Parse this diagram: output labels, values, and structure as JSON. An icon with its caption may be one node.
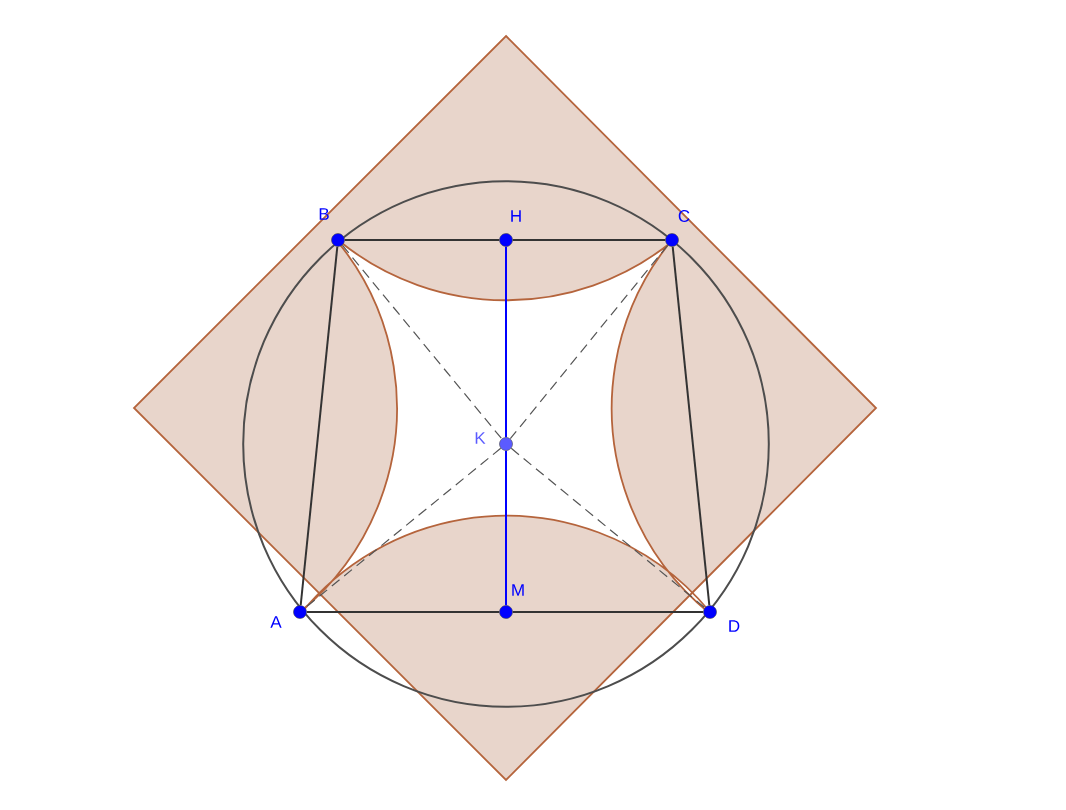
{
  "diagram": {
    "nodes": [
      {
        "text": [],
        "shape": "circle",
        "beside": [
          "B"
        ]
      },
      {
        "text": [],
        "shape": "circle",
        "beside": [
          "H"
        ]
      },
      {
        "text": [],
        "shape": "circle",
        "beside": [
          "C"
        ]
      },
      {
        "text": [],
        "shape": "circle",
        "beside": [
          "K"
        ]
      },
      {
        "text": [],
        "shape": "circle",
        "beside": [
          "A"
        ]
      },
      {
        "text": [],
        "shape": "circle",
        "beside": [
          "M"
        ]
      },
      {
        "text": [],
        "shape": "circle",
        "beside": [
          "D"
        ]
      }
    ],
    "edges": [
      {
        "from": 0,
        "to": 1,
        "arrow": "none"
      },
      {
        "from": 1,
        "to": 2,
        "arrow": "none"
      },
      {
        "from": 4,
        "to": 5,
        "arrow": "none"
      },
      {
        "from": 5,
        "to": 6,
        "arrow": "none"
      },
      {
        "from": 4,
        "to": 0,
        "arrow": "none"
      },
      {
        "from": 2,
        "to": 6,
        "arrow": "none"
      },
      {
        "from": 1,
        "to": 3,
        "arrow": "none",
        "color": "#0000ff"
      },
      {
        "from": 3,
        "to": 5,
        "arrow": "none",
        "color": "#0000ff"
      },
      {
        "from": 0,
        "to": 3,
        "arrow": "none",
        "style": "dashed",
        "color": "#555555"
      },
      {
        "from": 3,
        "to": 6,
        "arrow": "none",
        "style": "dashed",
        "color": "#555555"
      },
      {
        "from": 2,
        "to": 3,
        "arrow": "none",
        "style": "dashed",
        "color": "#555555"
      },
      {
        "from": 3,
        "to": 4,
        "arrow": "none",
        "style": "dashed",
        "color": "#555555"
      }
    ]
  }
}
